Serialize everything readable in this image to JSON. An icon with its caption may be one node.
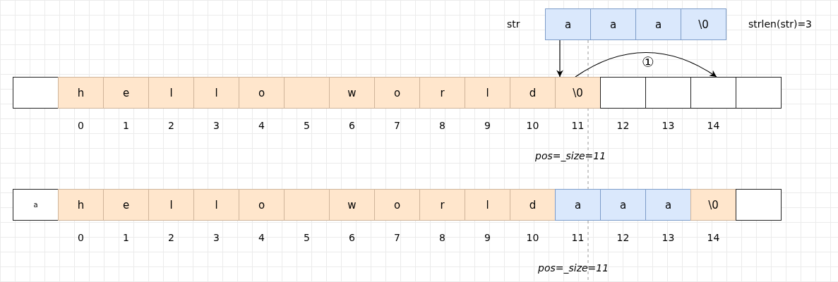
{
  "diagram": {
    "nodes": [
      {
        "text": [
          "a"
        ]
      },
      {
        "text": [
          "a"
        ]
      },
      {
        "text": [
          "a"
        ]
      },
      {
        "text": [
          "\\0"
        ]
      },
      {
        "text": [],
        "shape": "box"
      },
      {
        "text": [
          "h"
        ],
        "beside": [
          "0"
        ]
      },
      {
        "text": [
          "e"
        ],
        "beside": [
          "1"
        ]
      },
      {
        "text": [
          "l"
        ],
        "beside": [
          "2"
        ]
      },
      {
        "text": [
          "l"
        ],
        "beside": [
          "3"
        ]
      },
      {
        "text": [
          "o"
        ],
        "beside": [
          "4"
        ]
      },
      {
        "text": [],
        "shape": "box",
        "beside": [
          "5"
        ]
      },
      {
        "text": [
          "w"
        ],
        "beside": [
          "6"
        ]
      },
      {
        "text": [
          "o"
        ],
        "beside": [
          "7"
        ]
      },
      {
        "text": [
          "r"
        ],
        "beside": [
          "8"
        ]
      },
      {
        "text": [
          "l"
        ],
        "beside": [
          "9"
        ]
      },
      {
        "text": [
          "d"
        ],
        "beside": [
          "10"
        ]
      },
      {
        "text": [
          "\\0"
        ],
        "beside": [
          "11"
        ]
      },
      {
        "text": [],
        "shape": "box",
        "beside": [
          "12"
        ]
      },
      {
        "text": [],
        "shape": "box",
        "beside": [
          "13"
        ]
      },
      {
        "text": [],
        "shape": "box",
        "beside": [
          "14"
        ]
      },
      {
        "text": [],
        "shape": "box"
      },
      {
        "text": [
          "a"
        ]
      },
      {
        "text": [
          "h"
        ],
        "beside": [
          "0"
        ]
      },
      {
        "text": [
          "e"
        ],
        "beside": [
          "1"
        ]
      },
      {
        "text": [
          "l"
        ],
        "beside": [
          "2"
        ]
      },
      {
        "text": [
          "l"
        ],
        "beside": [
          "3"
        ]
      },
      {
        "text": [
          "o"
        ],
        "beside": [
          "4"
        ]
      },
      {
        "text": [],
        "shape": "box",
        "beside": [
          "5"
        ]
      },
      {
        "text": [
          "w"
        ],
        "beside": [
          "6"
        ]
      },
      {
        "text": [
          "o"
        ],
        "beside": [
          "7"
        ]
      },
      {
        "text": [
          "r"
        ],
        "beside": [
          "8"
        ]
      },
      {
        "text": [
          "l"
        ],
        "beside": [
          "9"
        ]
      },
      {
        "text": [
          "d"
        ],
        "beside": [
          "10"
        ]
      },
      {
        "text": [
          "a"
        ],
        "beside": [
          "11"
        ]
      },
      {
        "text": [
          "a"
        ],
        "beside": [
          "12"
        ]
      },
      {
        "text": [
          "a"
        ],
        "beside": [
          "13"
        ]
      },
      {
        "text": [
          "\\0"
        ],
        "beside": [
          "14"
        ]
      },
      {
        "text": [],
        "shape": "box"
      }
    ],
    "edges": [
      {
        "from": 0,
        "to": 16,
        "arrow": "to"
      },
      {
        "from": 16,
        "to": 19,
        "arrow": "to",
        "label": "①"
      }
    ],
    "labels": [
      "str",
      "strlen(str)=3",
      "pos=_size=11",
      "pos=_size=11"
    ]
  }
}
